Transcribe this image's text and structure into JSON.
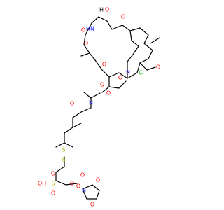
{
  "diagram": {
    "type": "chemical-structure",
    "colors": {
      "carbon": "#000000",
      "oxygen": "#ff0000",
      "nitrogen": "#0000ff",
      "sulfur": "#b2b200",
      "chlorine": "#00b200"
    },
    "labels": {
      "o_top": "O",
      "oh_top": "HO",
      "nh_top": "HN",
      "o_carbamate": "O",
      "o_methoxy_top": "O",
      "o_ring": "O",
      "o_epoxide": "O",
      "o_ester1": "O",
      "o_ester1_co": "O",
      "o_amide_ring": "O",
      "n_ring": "N",
      "cl": "Cl",
      "o_methoxy_right": "O",
      "o_amide2": "O",
      "n_amide2": "N",
      "s1": "S",
      "s2": "S",
      "o_ester2": "O",
      "o_ester2_co": "O",
      "o_sulfo1": "O",
      "s_sulfo": "S",
      "oh_sulfo": "OH",
      "o_sulfo2": "O",
      "n_succ": "N",
      "o_succ1": "O",
      "o_succ2": "O",
      "n_succ_o": "O",
      "h_label": "H",
      "o_sulfo_left": "O"
    }
  }
}
